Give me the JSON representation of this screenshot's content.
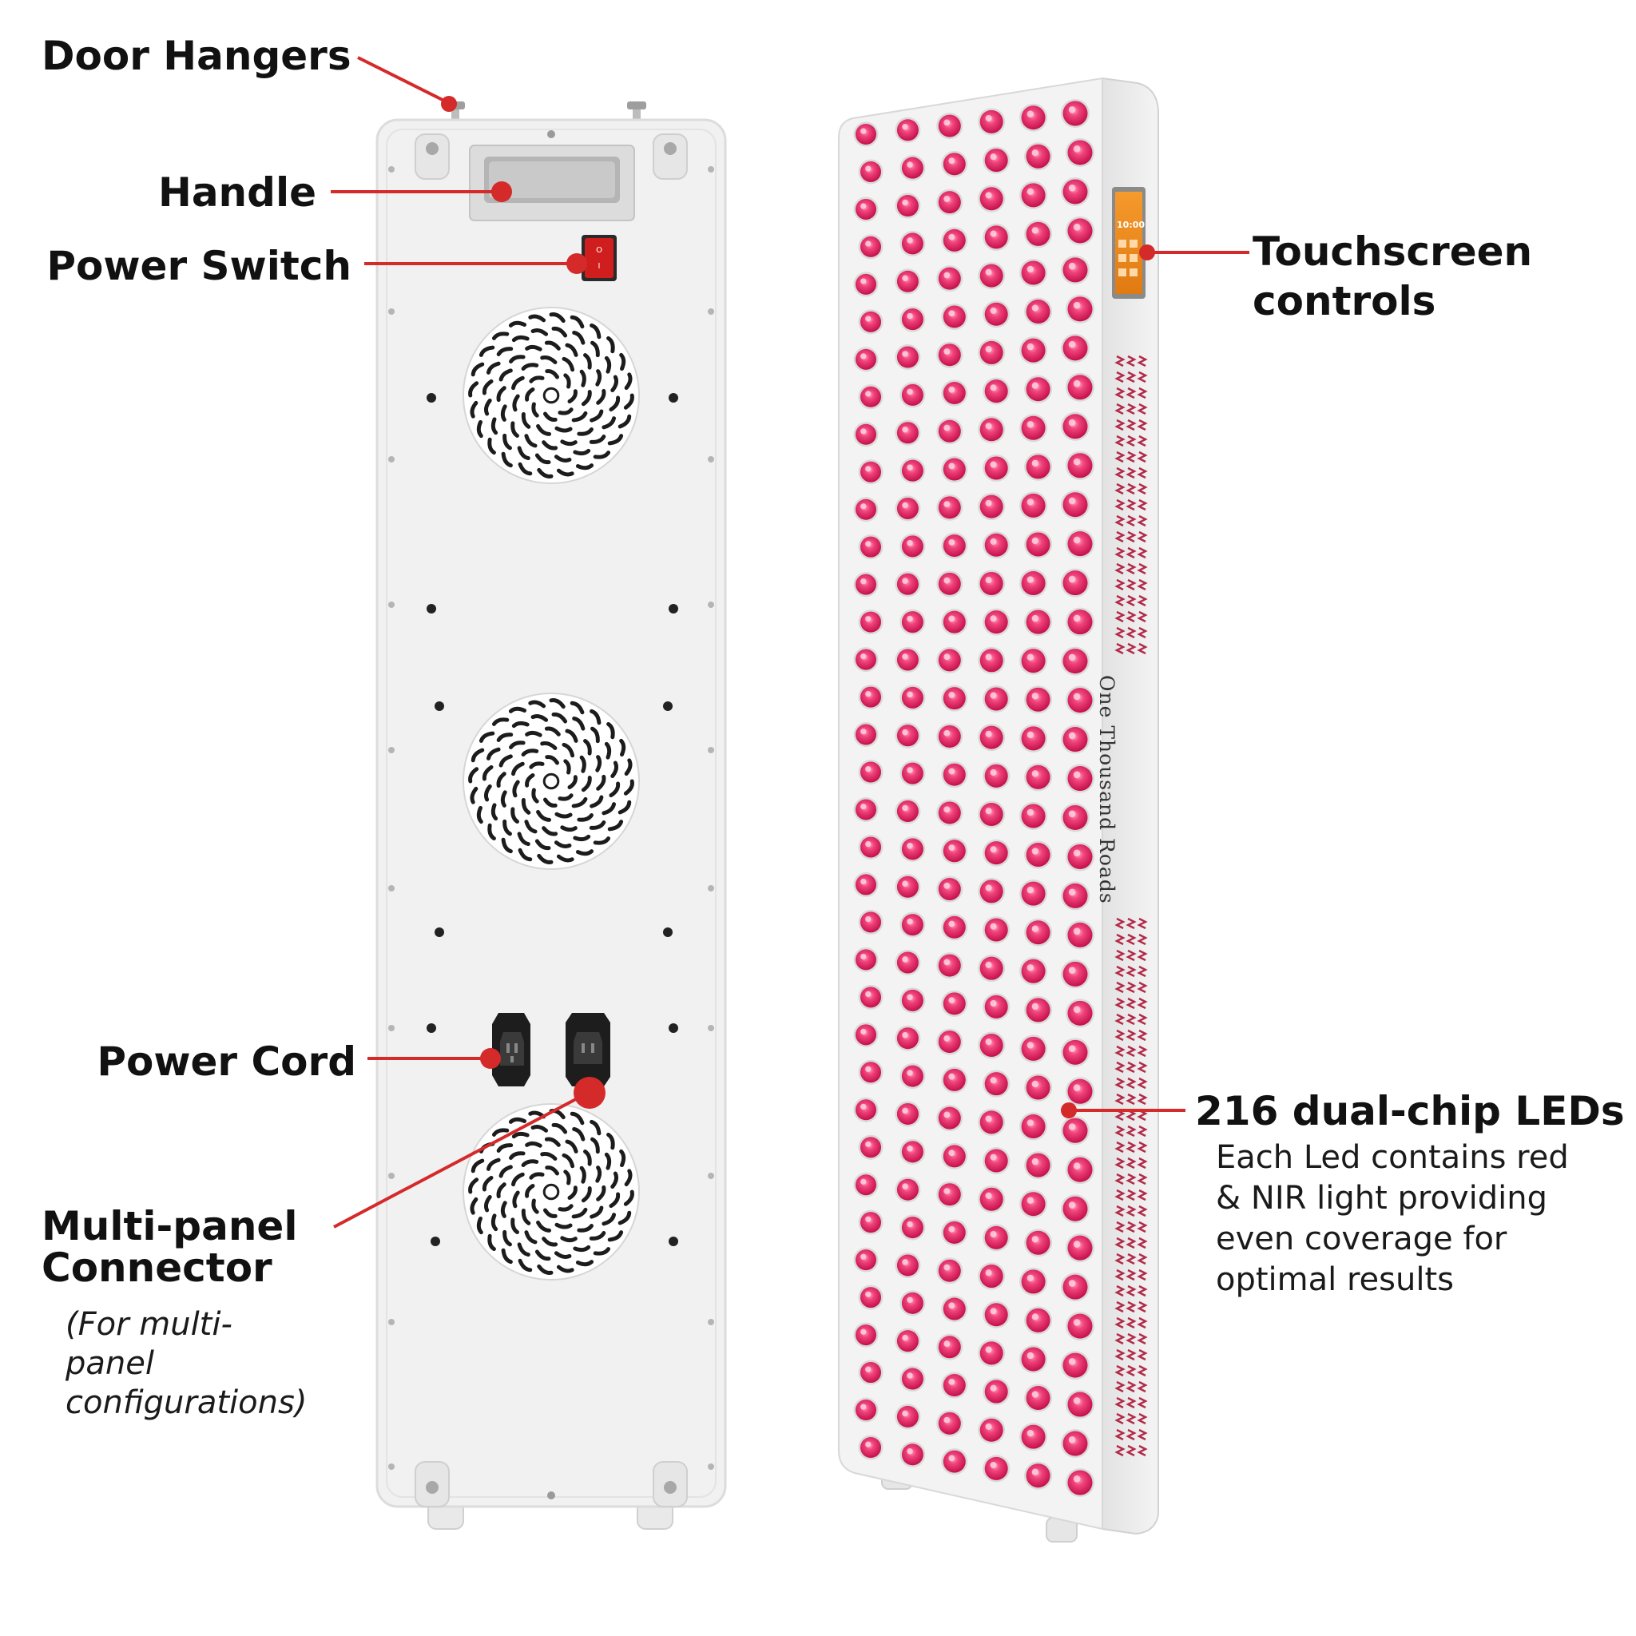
{
  "labels": {
    "door_hangers": "Door Hangers",
    "handle": "Handle",
    "power_switch": "Power Switch",
    "power_cord": "Power Cord",
    "multi_panel_line1": "Multi-panel",
    "multi_panel_line2": "Connector",
    "multi_panel_note": [
      "(For multi-",
      "panel",
      "configurations)"
    ],
    "touchscreen_line1": "Touchscreen",
    "touchscreen_line2": "controls",
    "leds_title": "216 dual-chip LEDs",
    "leds_desc": [
      "Each Led contains red",
      "& NIR light providing",
      "even coverage for",
      "optimal results"
    ]
  },
  "device": {
    "brand": "One Thousand Roads",
    "screen_time": "10:00",
    "switch_marks": "O I",
    "led_count": 216
  },
  "colors": {
    "accent": "#d42a2a",
    "led": "#e0195a",
    "panel": "#eeeeee",
    "switch": "#cc1f1f",
    "screen": "#f08a1e"
  }
}
